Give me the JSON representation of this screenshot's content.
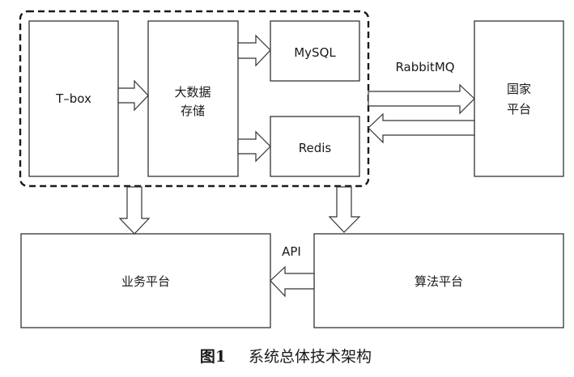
{
  "diagram": {
    "nodes": {
      "tbox": "T–box",
      "bigdata_line1": "大数据",
      "bigdata_line2": "存储",
      "mysql": "MySQL",
      "redis": "Redis",
      "national_line1": "国家",
      "national_line2": "平台",
      "business": "业务平台",
      "algorithm": "算法平台"
    },
    "edge_labels": {
      "rabbitmq": "RabbitMQ",
      "api": "API"
    },
    "edges": [
      {
        "from": "T-box",
        "to": "大数据存储"
      },
      {
        "from": "大数据存储",
        "to": "MySQL"
      },
      {
        "from": "大数据存储",
        "to": "Redis"
      },
      {
        "from": "数据存储组",
        "to": "国家平台",
        "label": "RabbitMQ"
      },
      {
        "from": "国家平台",
        "to": "数据存储组"
      },
      {
        "from": "数据存储组",
        "to": "业务平台"
      },
      {
        "from": "数据存储组",
        "to": "算法平台"
      },
      {
        "from": "算法平台",
        "to": "业务平台",
        "label": "API"
      }
    ]
  },
  "caption": {
    "number": "图1",
    "title": "系统总体技术架构"
  }
}
